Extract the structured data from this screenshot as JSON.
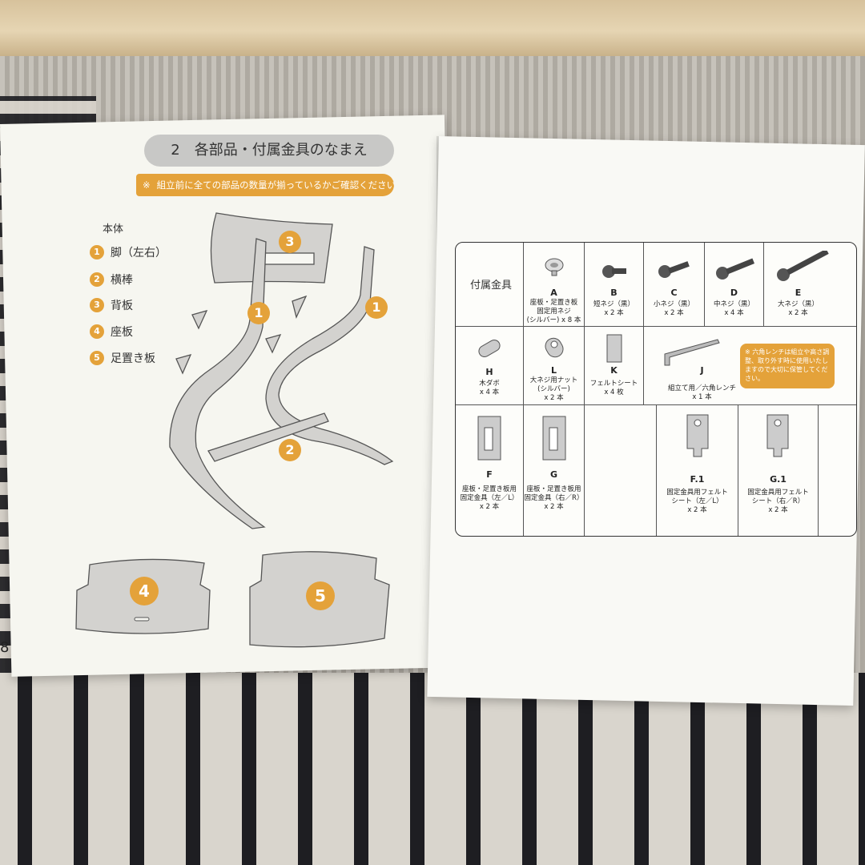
{
  "left_page": {
    "section_title": "2　各部品・付属金具のなまえ",
    "notice_mark": "※",
    "notice_text": "組立前に全ての部品の数量が揃っているかご確認ください",
    "body_label": "本体",
    "parts": [
      {
        "num": "1",
        "label": "脚（左右）"
      },
      {
        "num": "2",
        "label": "横棒"
      },
      {
        "num": "3",
        "label": "背板"
      },
      {
        "num": "4",
        "label": "座板"
      },
      {
        "num": "5",
        "label": "足置き板"
      }
    ],
    "diagram_numbers": {
      "backrest": "3",
      "leg_left": "1",
      "leg_right": "1",
      "crossbar": "2",
      "seat": "4",
      "footrest": "5"
    },
    "page_number_fragment": "8"
  },
  "right_page": {
    "hardware_heading": "付属金具",
    "items": [
      {
        "id": "A",
        "caption": [
          "座板・足置き板",
          "固定用ネジ",
          "(シルバー) x 8 本"
        ]
      },
      {
        "id": "B",
        "caption": [
          "短ネジ（黒）",
          "x 2 本"
        ]
      },
      {
        "id": "C",
        "caption": [
          "小ネジ（黒）",
          "x 2 本"
        ]
      },
      {
        "id": "D",
        "caption": [
          "中ネジ（黒）",
          "x 4 本"
        ]
      },
      {
        "id": "E",
        "caption": [
          "大ネジ（黒）",
          "x 2 本"
        ]
      },
      {
        "id": "H",
        "caption": [
          "木ダボ",
          "x 4 本"
        ]
      },
      {
        "id": "L",
        "caption": [
          "大ネジ用ナット",
          "(シルバー)",
          "x 2 本"
        ]
      },
      {
        "id": "K",
        "caption": [
          "フェルトシート",
          "x 4 枚"
        ]
      },
      {
        "id": "J",
        "caption": [
          "組立て用／六角レンチ",
          "x 1 本"
        ]
      },
      {
        "id": "F",
        "caption": [
          "座板・足置き板用",
          "固定金具（左／L）",
          "x 2 本"
        ]
      },
      {
        "id": "G",
        "caption": [
          "座板・足置き板用",
          "固定金具（右／R）",
          "x 2 本"
        ]
      },
      {
        "id": "F.1",
        "caption": [
          "固定金具用フェルト",
          "シート（左／L）",
          "x 2 本"
        ]
      },
      {
        "id": "G.1",
        "caption": [
          "固定金具用フェルト",
          "シート（右／R）",
          "x 2 本"
        ]
      }
    ],
    "wrench_note": "※ 六角レンチは組立や高さ調整、取り外す時に使用いたしますので大切に保管してください。"
  },
  "colors": {
    "accent": "#e4a23a",
    "pill": "#c8c8c6",
    "paper": "#f7f7f2",
    "line": "#333333"
  }
}
